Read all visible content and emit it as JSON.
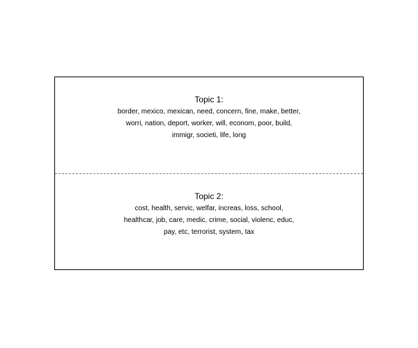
{
  "topics": [
    {
      "title": "Topic 1:",
      "lines": [
        "border, mexico, mexican, need, concern, fine, make, better,",
        "worri, nation, deport, worker, will, econom, poor, build,",
        "immigr, societi, life, long"
      ]
    },
    {
      "title": "Topic 2:",
      "lines": [
        "cost, health, servic, welfar, increas, loss, school,",
        "healthcar, job, care, medic, crime, social, violenc, educ,",
        "pay, etc, terrorist, system, tax"
      ]
    }
  ],
  "colors": {
    "border": "#000000",
    "divider": "#777777",
    "text": "#000000",
    "background": "#ffffff"
  }
}
